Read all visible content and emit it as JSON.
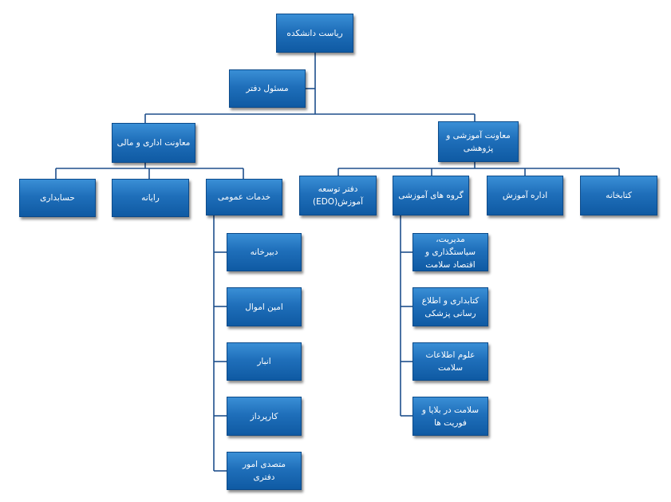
{
  "chart": {
    "president": "ریاست دانشکده",
    "office_head": "مسئول دفتر",
    "admin_vp": "معاونت اداری و مالی",
    "edu_vp": "معاونت آموزشی و پژوهشی",
    "accounting": "حسابداری",
    "it": "رایانه",
    "general_services": "خدمات عمومی",
    "edo": "دفتر توسعه آموزش(EDO)",
    "edu_groups": "گروه های آموزشی",
    "edu_admin": "اداره آموزش",
    "library": "کتابخانه",
    "secretariat": "دبیرخانه",
    "property_officer": "امین اموال",
    "warehouse": "انبار",
    "procurement": "کارپرداز",
    "office_affairs": "متصدی امور دفتری",
    "health_management": "مدیریت، سیاستگذاری و اقتصاد سلامت",
    "medical_librarianship": "کتابداری و اطلاع رسانی پزشکی",
    "health_info_sci": "علوم اطلاعات سلامت",
    "disaster_health": "سلامت در بلایا و فوریت ها"
  }
}
